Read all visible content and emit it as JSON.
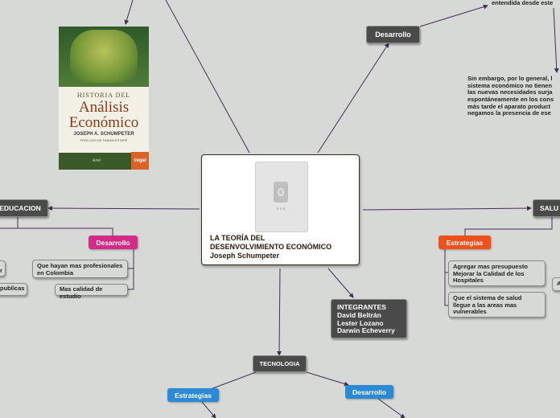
{
  "central": {
    "title_line1": "LA TEORÍA DEL",
    "title_line2": "DESENVOLVIMIENTO ECONÓMICO",
    "title_line3": "Joseph Schumpeter"
  },
  "book": {
    "series": "HISTORIA DEL",
    "title_a": "Análisis",
    "title_b": "Económico",
    "author": "JOSEPH A. SCHUMPETER",
    "prologue": "PRÓLOGO DE FABIÁN ESTAPÉ",
    "publisher": "Ariel",
    "logo": "cegal"
  },
  "top_right": {
    "desarrollo": "Desarrollo",
    "entendida": "entendida desde este",
    "paragraph_lines": [
      "Sin embargo, por lo general, l",
      "sistema económico no tienen",
      "las nuevas necesidades surja",
      "espontáneamente en los cons",
      "más tarde el aparato product",
      "negamos la presencia de ese"
    ]
  },
  "education": {
    "title": "EDUCACION",
    "desarrollo": "Desarrollo",
    "leaf1_line1": "Que hayan mas profesionales",
    "leaf1_line2": "en Colombia",
    "leaf2": "Mas calidad de estudio",
    "left_leaf1": "r",
    "left_leaf2": "publicas"
  },
  "salud": {
    "title": "SALU",
    "estrategias": "Estrategias",
    "leaf1_line1": "Agregar mas presupuesto",
    "leaf1_line2": "Mejorar la Calidad de los",
    "leaf1_line3": "Hospitales",
    "leaf2_line1": "Que el sistema de salud",
    "leaf2_line2": "llegue a las areas mas",
    "leaf2_line3": "vulnerables",
    "right_leaf": "A"
  },
  "integrantes": {
    "title": "INTEGRANTES",
    "members": [
      "David Beltrán",
      "Lester Lozano",
      "Darwin Echeverry"
    ]
  },
  "tecnologia": {
    "title": "TECNOLOGIA",
    "estrategias": "Estrategias",
    "desarrollo": "Desarrollo"
  },
  "colors": {
    "background": "#d6d9d6",
    "dark_node": "#4a4a4a",
    "magenta": "#d62a8a",
    "orange": "#f0501a",
    "blue": "#2a8ad6",
    "connector": "#4a2a5a"
  }
}
